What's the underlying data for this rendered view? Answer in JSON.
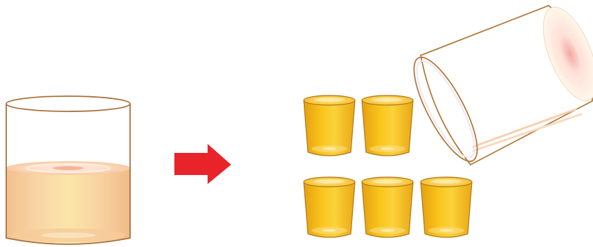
{
  "scene": {
    "description_items": [
      {
        "name": "beaker",
        "fill": "partially-filled",
        "liquid_level": 0.55
      },
      {
        "name": "arrow",
        "direction": "right"
      },
      {
        "name": "small-cups",
        "count": 5,
        "arrangement": "2 top, 3 bottom",
        "state": "filled"
      },
      {
        "name": "tilted-beaker",
        "state": "empty-pouring"
      }
    ]
  },
  "colors": {
    "outline": "#a8703c",
    "liquid_light": "#fde5c4",
    "liquid_mid": "#f7c58e",
    "liquid_highlight": "#fff0b5",
    "arrow": "#e8232a",
    "cup_dark": "#e8a512",
    "cup_mid": "#f8c21a",
    "cup_light": "#fde27a",
    "cup_outline": "#a86a1a",
    "tilted_residue": "#f8d2b0"
  }
}
